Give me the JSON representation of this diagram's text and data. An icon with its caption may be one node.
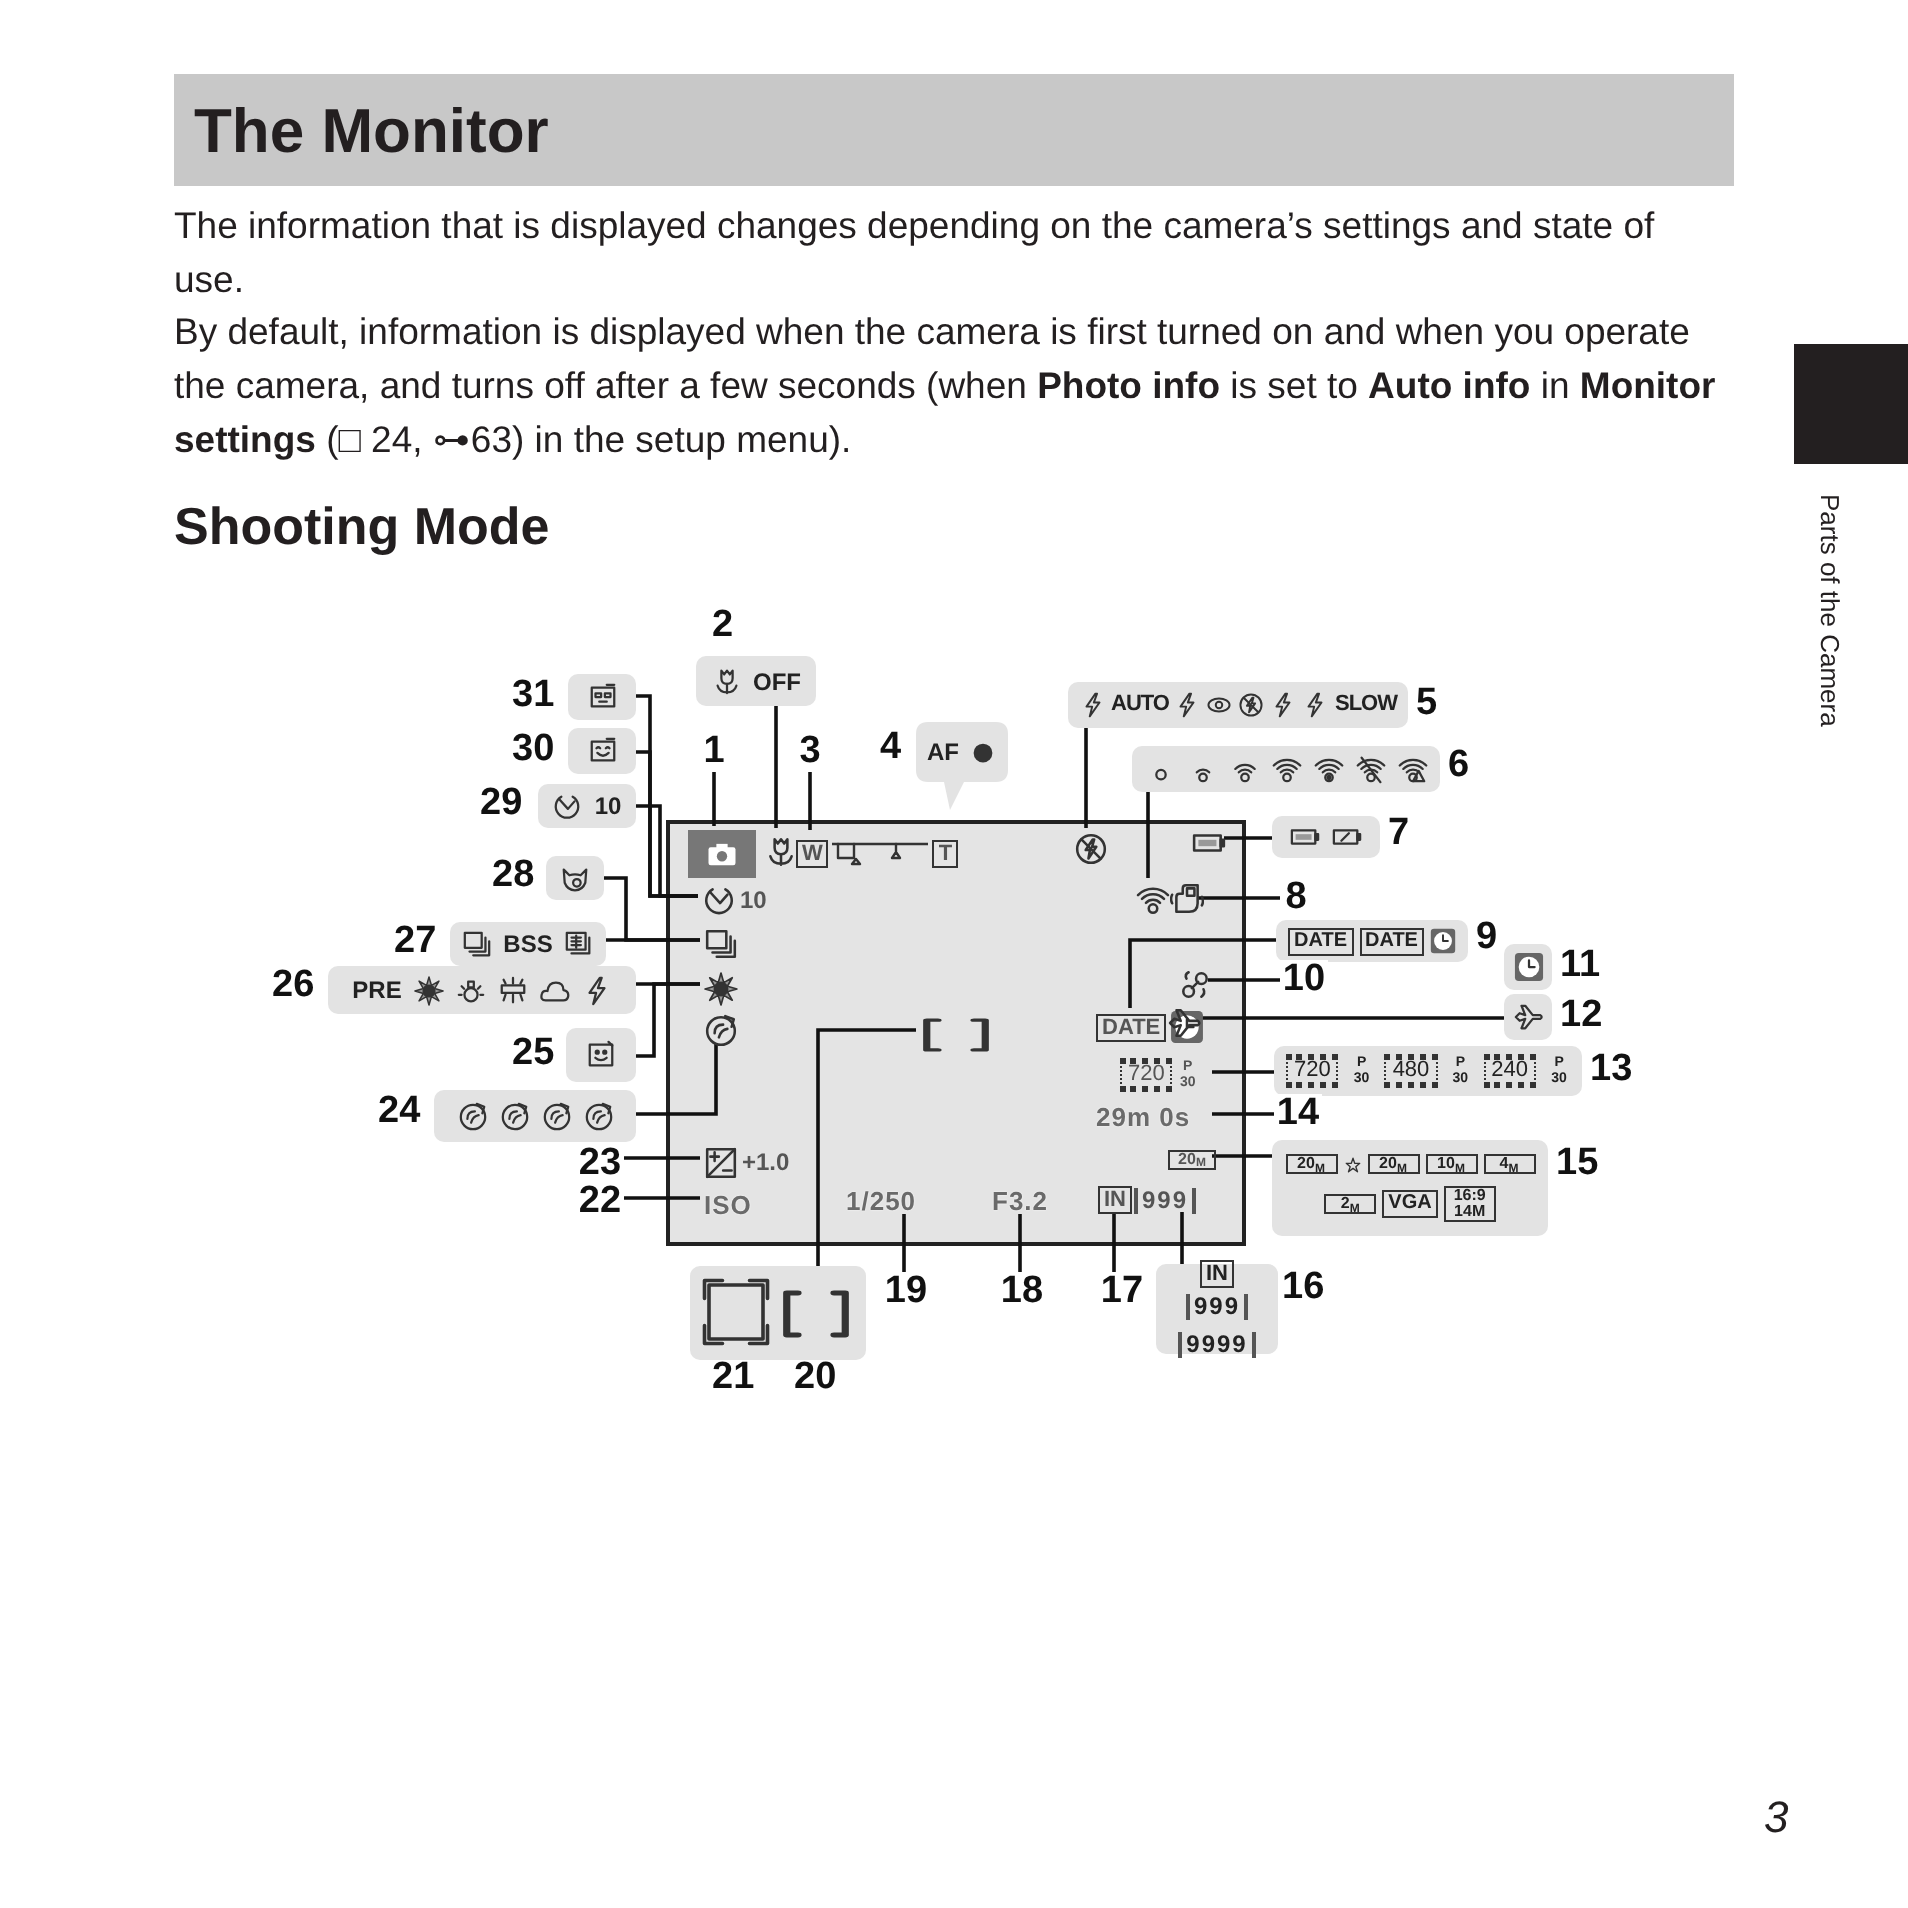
{
  "diagram": {
    "title": "The Monitor",
    "nodes": [
      {
        "text": [],
        "shape": "box"
      },
      {
        "text": [],
        "shape": "picture",
        "in": 0
      },
      {
        "text": [],
        "shape": "picture",
        "in": 0
      },
      {
        "text": [
          "W",
          "T"
        ],
        "in": 0
      },
      {
        "text": [],
        "shape": "picture",
        "in": 0
      },
      {
        "text": [],
        "shape": "picture",
        "in": 0
      },
      {
        "text": [],
        "shape": "picture",
        "in": 0
      },
      {
        "text": [],
        "shape": "picture",
        "in": 0
      },
      {
        "text": [
          "10"
        ],
        "in": 0
      },
      {
        "text": [],
        "shape": "picture",
        "in": 0
      },
      {
        "text": [
          "DATE"
        ],
        "in": 0
      },
      {
        "text": [],
        "shape": "picture",
        "in": 0
      },
      {
        "text": [],
        "shape": "picture",
        "in": 0
      },
      {
        "text": [],
        "shape": "picture",
        "in": 0
      },
      {
        "text": [],
        "shape": "picture",
        "in": 0
      },
      {
        "text": [
          "720",
          "P 30"
        ],
        "in": 0
      },
      {
        "text": [
          "29m 0s"
        ],
        "in": 0
      },
      {
        "text": [
          "20$_{M}$"
        ],
        "in": 0
      },
      {
        "text": [
          "+1.0"
        ],
        "in": 0
      },
      {
        "text": [
          "ISO"
        ],
        "in": 0
      },
      {
        "text": [
          "1/250"
        ],
        "in": 0
      },
      {
        "text": [
          "F3.2"
        ],
        "in": 0
      },
      {
        "text": [
          "IN"
        ],
        "in": 0
      },
      {
        "text": [
          "999"
        ],
        "in": 0
      },
      {
        "text": [],
        "shape": "box",
        "in": 0
      },
      {
        "text": [
          "1"
        ]
      },
      {
        "text": [
          "OFF"
        ],
        "beside": [
          "2"
        ]
      },
      {
        "text": [
          "3"
        ]
      },
      {
        "text": [
          "AF"
        ],
        "beside": [
          "4"
        ]
      },
      {
        "text": [
          "AUTO",
          "SLOW"
        ],
        "beside": [
          "5"
        ]
      },
      {
        "text": [],
        "shape": "box",
        "beside": [
          "6"
        ]
      },
      {
        "text": [],
        "shape": "box",
        "beside": [
          "7"
        ]
      },
      {
        "text": [
          "8"
        ]
      },
      {
        "text": [
          "DATE",
          "DATE"
        ],
        "beside": [
          "9"
        ]
      },
      {
        "text": [
          "10"
        ]
      },
      {
        "text": [],
        "shape": "box",
        "beside": [
          "11"
        ]
      },
      {
        "text": [],
        "shape": "box",
        "beside": [
          "12"
        ]
      },
      {
        "text": [
          "720",
          "P 30",
          "480",
          "P 30",
          "240",
          "P 30"
        ],
        "beside": [
          "13"
        ]
      },
      {
        "text": [
          "14"
        ]
      },
      {
        "text": [
          "20$_{M}$",
          "20$_{M}$",
          "10$_{M}$",
          "4$_{M}$",
          "2$_{M}$",
          "VGA",
          "16:9 14M"
        ],
        "beside": [
          "15"
        ]
      },
      {
        "text": [
          "IN",
          "999",
          "9999"
        ],
        "beside": [
          "16"
        ]
      },
      {
        "text": [
          "17"
        ]
      },
      {
        "text": [
          "18"
        ]
      },
      {
        "text": [
          "19"
        ]
      },
      {
        "text": [],
        "shape": "box"
      },
      {
        "text": [],
        "shape": "box",
        "in": 44,
        "beside": [
          "21"
        ]
      },
      {
        "text": [],
        "shape": "box",
        "in": 44,
        "beside": [
          "20"
        ]
      },
      {
        "text": [
          "22"
        ]
      },
      {
        "text": [
          "23"
        ]
      },
      {
        "text": [],
        "shape": "box",
        "beside": [
          "24"
        ]
      },
      {
        "text": [],
        "shape": "box",
        "beside": [
          "25"
        ]
      },
      {
        "text": [
          "PRE"
        ],
        "beside": [
          "26"
        ]
      },
      {
        "text": [
          "BSS"
        ],
        "beside": [
          "27"
        ]
      },
      {
        "text": [],
        "shape": "box",
        "beside": [
          "28"
        ]
      },
      {
        "text": [
          "10"
        ],
        "beside": [
          "29"
        ]
      },
      {
        "text": [],
        "shape": "box",
        "beside": [
          "30"
        ]
      },
      {
        "text": [],
        "shape": "box",
        "beside": [
          "31"
        ]
      }
    ],
    "edges": [
      {
        "from": 25,
        "to": 1,
        "arrow": "none"
      },
      {
        "from": 26,
        "to": 2,
        "arrow": "none"
      },
      {
        "from": 27,
        "to": 3,
        "arrow": "none"
      },
      {
        "from": 29,
        "to": 4,
        "arrow": "none"
      },
      {
        "from": 30,
        "to": 6,
        "arrow": "none"
      },
      {
        "from": 31,
        "to": 5,
        "arrow": "none"
      },
      {
        "from": 32,
        "to": 7,
        "arrow": "none"
      },
      {
        "from": 33,
        "to": 10,
        "arrow": "none"
      },
      {
        "from": 34,
        "to": 11,
        "arrow": "none"
      },
      {
        "from": 36,
        "to": 12,
        "arrow": "none"
      },
      {
        "from": 37,
        "to": 15,
        "arrow": "none"
      },
      {
        "from": 38,
        "to": 16,
        "arrow": "none"
      },
      {
        "from": 39,
        "to": 17,
        "arrow": "none"
      },
      {
        "from": 40,
        "to": 23,
        "arrow": "none"
      },
      {
        "from": 41,
        "to": 22,
        "arrow": "none"
      },
      {
        "from": 42,
        "to": 21,
        "arrow": "none"
      },
      {
        "from": 43,
        "to": 20,
        "arrow": "none"
      },
      {
        "from": 24,
        "to": 46,
        "arrow": "none"
      },
      {
        "from": 47,
        "to": 19,
        "arrow": "none"
      },
      {
        "from": 48,
        "to": 18,
        "arrow": "none"
      },
      {
        "from": 49,
        "to": 14,
        "arrow": "none"
      },
      {
        "from": 50,
        "to": 13,
        "arrow": "none"
      },
      {
        "from": 51,
        "to": 13,
        "arrow": "none"
      },
      {
        "from": 52,
        "to": 9,
        "arrow": "none"
      },
      {
        "from": 53,
        "to": 9,
        "arrow": "none"
      },
      {
        "from": 54,
        "to": 8,
        "arrow": "none"
      },
      {
        "from": 55,
        "to": 8,
        "arrow": "none"
      },
      {
        "from": 56,
        "to": 8,
        "arrow": "none"
      }
    ],
    "labels": [
      "The information that is displayed changes depending on the camera’s settings and state of use.",
      "By default, information is displayed when the camera is first turned on and when you operate the camera, and turns off after a few seconds (when **Photo info** is set to **Auto info** in **Monitor settings** (□ 24, ⊶63) in the setup menu).",
      "Shooting Mode",
      "Parts of the Camera",
      "3"
    ]
  }
}
